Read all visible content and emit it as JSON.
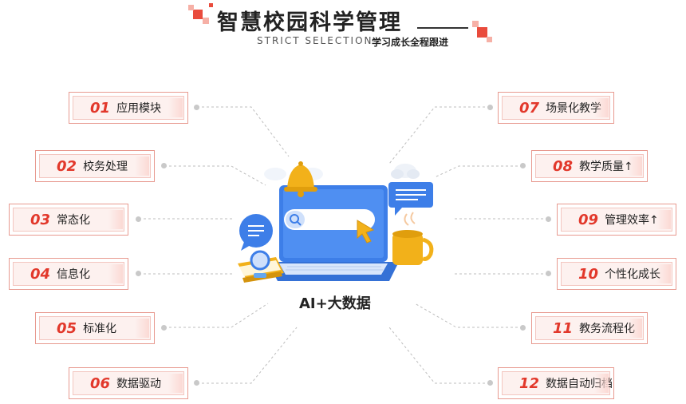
{
  "header": {
    "title": "智慧校园科学管理",
    "subtitle_en": "STRICT SELECTION",
    "subtitle_cn": "学习成长全程跟进"
  },
  "center": {
    "label": "AI+大数据"
  },
  "left_items": [
    {
      "num": "01",
      "label": "应用模块"
    },
    {
      "num": "02",
      "label": "校务处理"
    },
    {
      "num": "03",
      "label": "常态化"
    },
    {
      "num": "04",
      "label": "信息化"
    },
    {
      "num": "05",
      "label": "标准化"
    },
    {
      "num": "06",
      "label": "数据驱动"
    }
  ],
  "right_items": [
    {
      "num": "07",
      "label": "场景化教学"
    },
    {
      "num": "08",
      "label": "教学质量↑"
    },
    {
      "num": "09",
      "label": "管理效率↑"
    },
    {
      "num": "10",
      "label": "个性化成长"
    },
    {
      "num": "11",
      "label": "教务流程化"
    },
    {
      "num": "12",
      "label": "数据自动归档"
    }
  ],
  "colors": {
    "accent": "#e2382b",
    "tag_bg": "#fdf1ef",
    "laptop": "#3d7ee8",
    "mug": "#f2b11a"
  }
}
